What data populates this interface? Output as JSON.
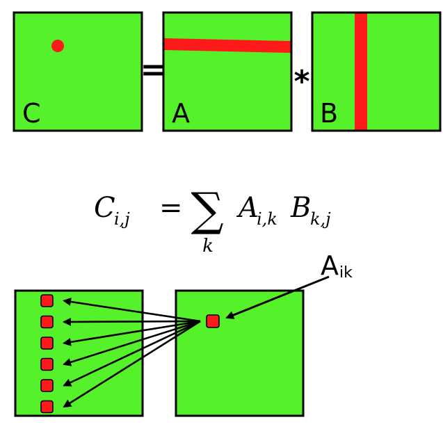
{
  "colors": {
    "matrix_fill": "#55f22b",
    "highlight": "#ff1a1a",
    "outline": "#000000",
    "background": "#ffffff"
  },
  "top": {
    "matrix_c_label": "C",
    "equals_sign": "=",
    "matrix_a_label": "A",
    "times_sign": "*",
    "matrix_b_label": "B"
  },
  "formula": {
    "lhs_symbol": "C",
    "lhs_subscript": "i,j",
    "equals": "=",
    "sum_symbol": "∑",
    "sum_index": "k",
    "term1_symbol": "A",
    "term1_subscript": "i,k",
    "term2_symbol": "B",
    "term2_subscript": "k,j"
  },
  "bottom": {
    "callout_main": "A",
    "callout_sub": "ik",
    "target_cell_count": 6
  }
}
